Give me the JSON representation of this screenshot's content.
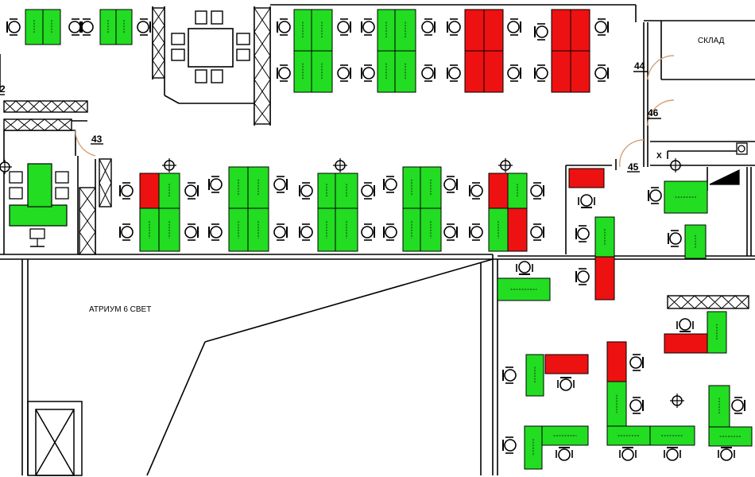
{
  "labels": {
    "sklad": "СКЛАД",
    "atrium": "АТРИУМ   6 СВЕТ",
    "room_43": "43",
    "room_44": "44",
    "room_45": "45",
    "room_46": "46",
    "x_mark": "X",
    "edge_number": "2"
  },
  "colors": {
    "occupied": "#22dd22",
    "free": "#ee1111",
    "line": "#000000"
  }
}
